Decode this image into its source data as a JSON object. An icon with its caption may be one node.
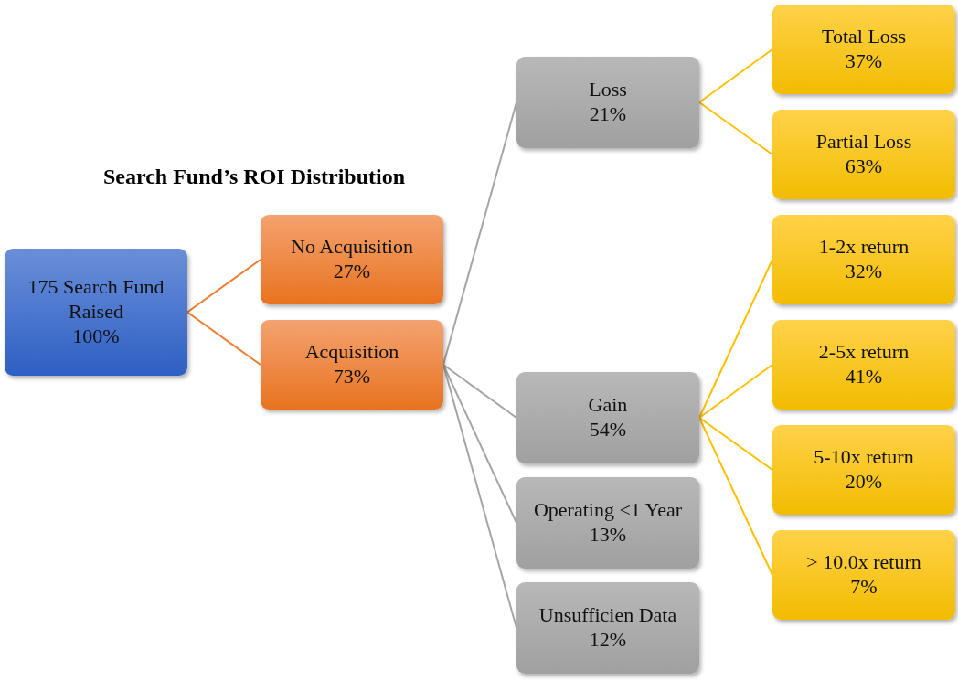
{
  "diagram": {
    "title": "Search Fund’s ROI Distribution",
    "nodes": [
      {
        "text": [
          "175 Search Fund Raised",
          "100%"
        ]
      },
      {
        "text": [
          "No Acquisition",
          "27%"
        ]
      },
      {
        "text": [
          "Acquisition",
          "73%"
        ]
      },
      {
        "text": [
          "Loss",
          "21%"
        ]
      },
      {
        "text": [
          "Gain",
          "54%"
        ]
      },
      {
        "text": [
          "Operating <1 Year",
          "13%"
        ]
      },
      {
        "text": [
          "Unsufficien Data",
          "12%"
        ]
      },
      {
        "text": [
          "Total Loss",
          "37%"
        ]
      },
      {
        "text": [
          "Partial Loss",
          "63%"
        ]
      },
      {
        "text": [
          "1-2x return",
          "32%"
        ]
      },
      {
        "text": [
          "2-5x return",
          "41%"
        ]
      },
      {
        "text": [
          "5-10x return",
          "20%"
        ]
      },
      {
        "text": [
          "> 10.0x return",
          "7%"
        ]
      }
    ],
    "edges": [
      {
        "from": 0,
        "to": 1,
        "arrow": "none",
        "color": "#ed7d31"
      },
      {
        "from": 0,
        "to": 2,
        "arrow": "none",
        "color": "#ed7d31"
      },
      {
        "from": 2,
        "to": 3,
        "arrow": "none",
        "color": "#a5a5a5"
      },
      {
        "from": 2,
        "to": 4,
        "arrow": "none",
        "color": "#a5a5a5"
      },
      {
        "from": 2,
        "to": 5,
        "arrow": "none",
        "color": "#a5a5a5"
      },
      {
        "from": 2,
        "to": 6,
        "arrow": "none",
        "color": "#a5a5a5"
      },
      {
        "from": 3,
        "to": 7,
        "arrow": "none"
      },
      {
        "from": 3,
        "to": 8,
        "arrow": "none"
      },
      {
        "from": 4,
        "to": 9,
        "arrow": "none"
      },
      {
        "from": 4,
        "to": 10,
        "arrow": "none"
      },
      {
        "from": 4,
        "to": 11,
        "arrow": "none"
      },
      {
        "from": 4,
        "to": 12,
        "arrow": "none"
      }
    ]
  }
}
